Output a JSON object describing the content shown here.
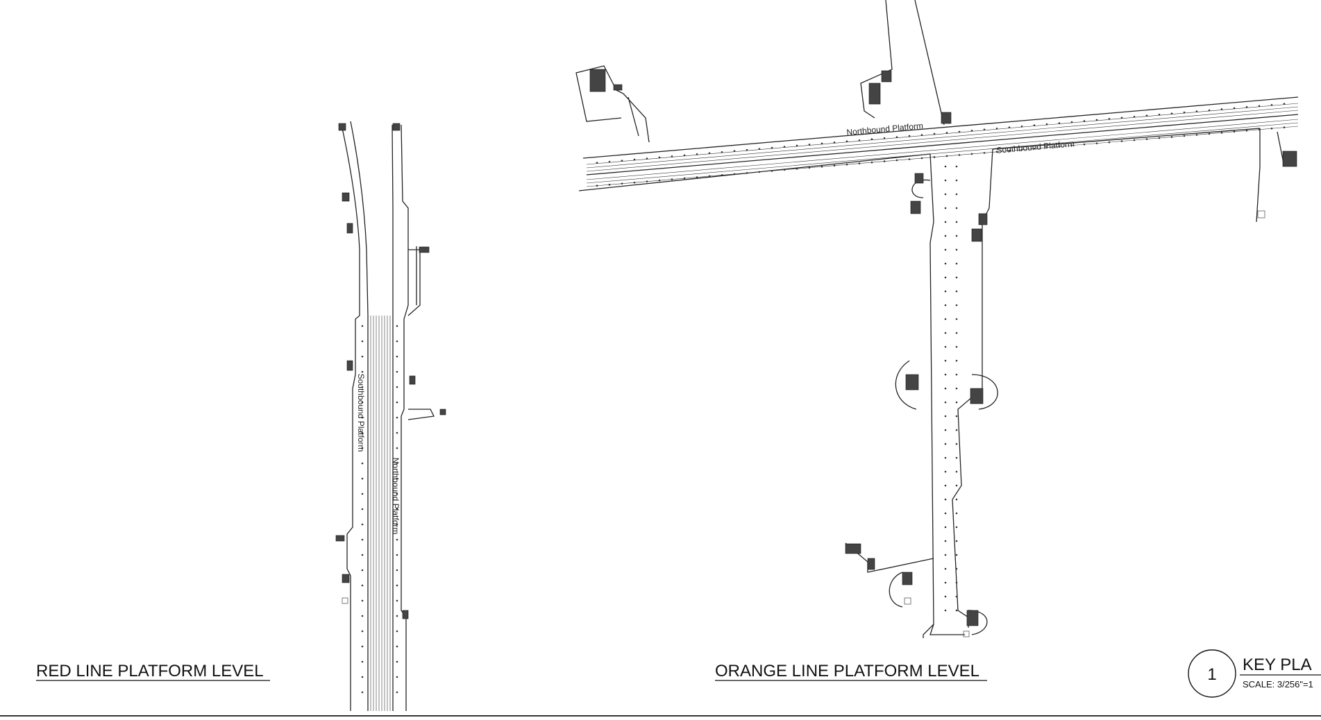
{
  "red_line": {
    "title": "RED LINE PLATFORM LEVEL",
    "southbound_label": "Southbound Platform",
    "northbound_label": "Northbound Platform"
  },
  "orange_line": {
    "title": "ORANGE LINE PLATFORM LEVEL",
    "northbound_label": "Northbound Platform",
    "southbound_label": "Southbound Platform"
  },
  "key_plan": {
    "number": "1",
    "title": "KEY PLA",
    "scale": "SCALE: 3/256\"=1"
  },
  "colors": {
    "line": "#222222",
    "stair": "#444444",
    "background": "#ffffff"
  }
}
